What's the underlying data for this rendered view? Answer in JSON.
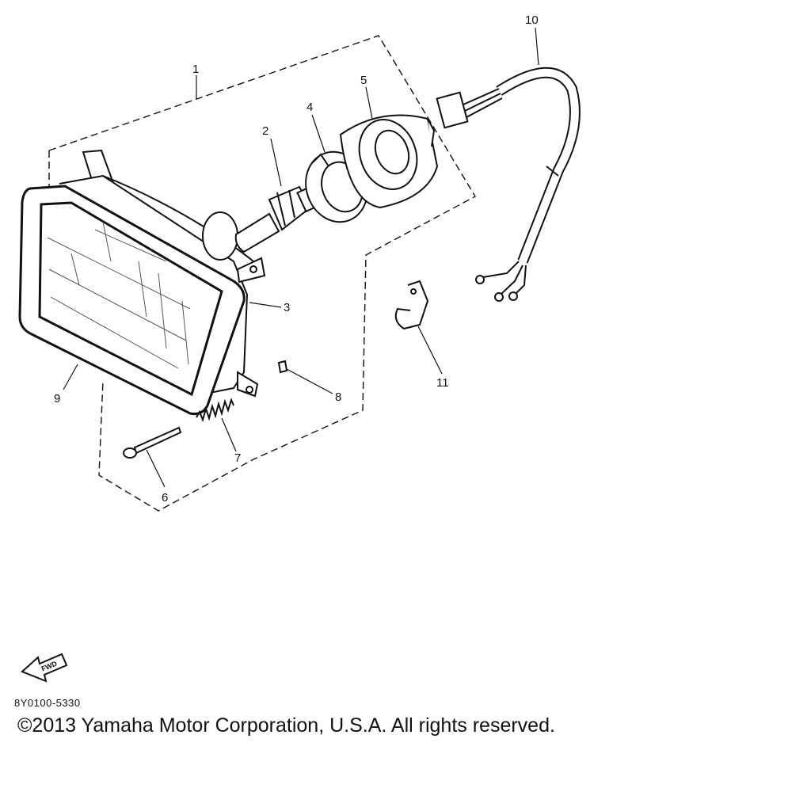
{
  "diagram": {
    "parts": [
      {
        "id": "1",
        "label": "1"
      },
      {
        "id": "2",
        "label": "2"
      },
      {
        "id": "3",
        "label": "3"
      },
      {
        "id": "4",
        "label": "4"
      },
      {
        "id": "5",
        "label": "5"
      },
      {
        "id": "6",
        "label": "6"
      },
      {
        "id": "7",
        "label": "7"
      },
      {
        "id": "8",
        "label": "8"
      },
      {
        "id": "9",
        "label": "9"
      },
      {
        "id": "10",
        "label": "10"
      },
      {
        "id": "11",
        "label": "11"
      }
    ],
    "fwd_badge": "FWD",
    "figure_code": "8Y0100-5330"
  },
  "footer": {
    "copyright": "©2013 Yamaha Motor Corporation, U.S.A. All rights reserved."
  }
}
